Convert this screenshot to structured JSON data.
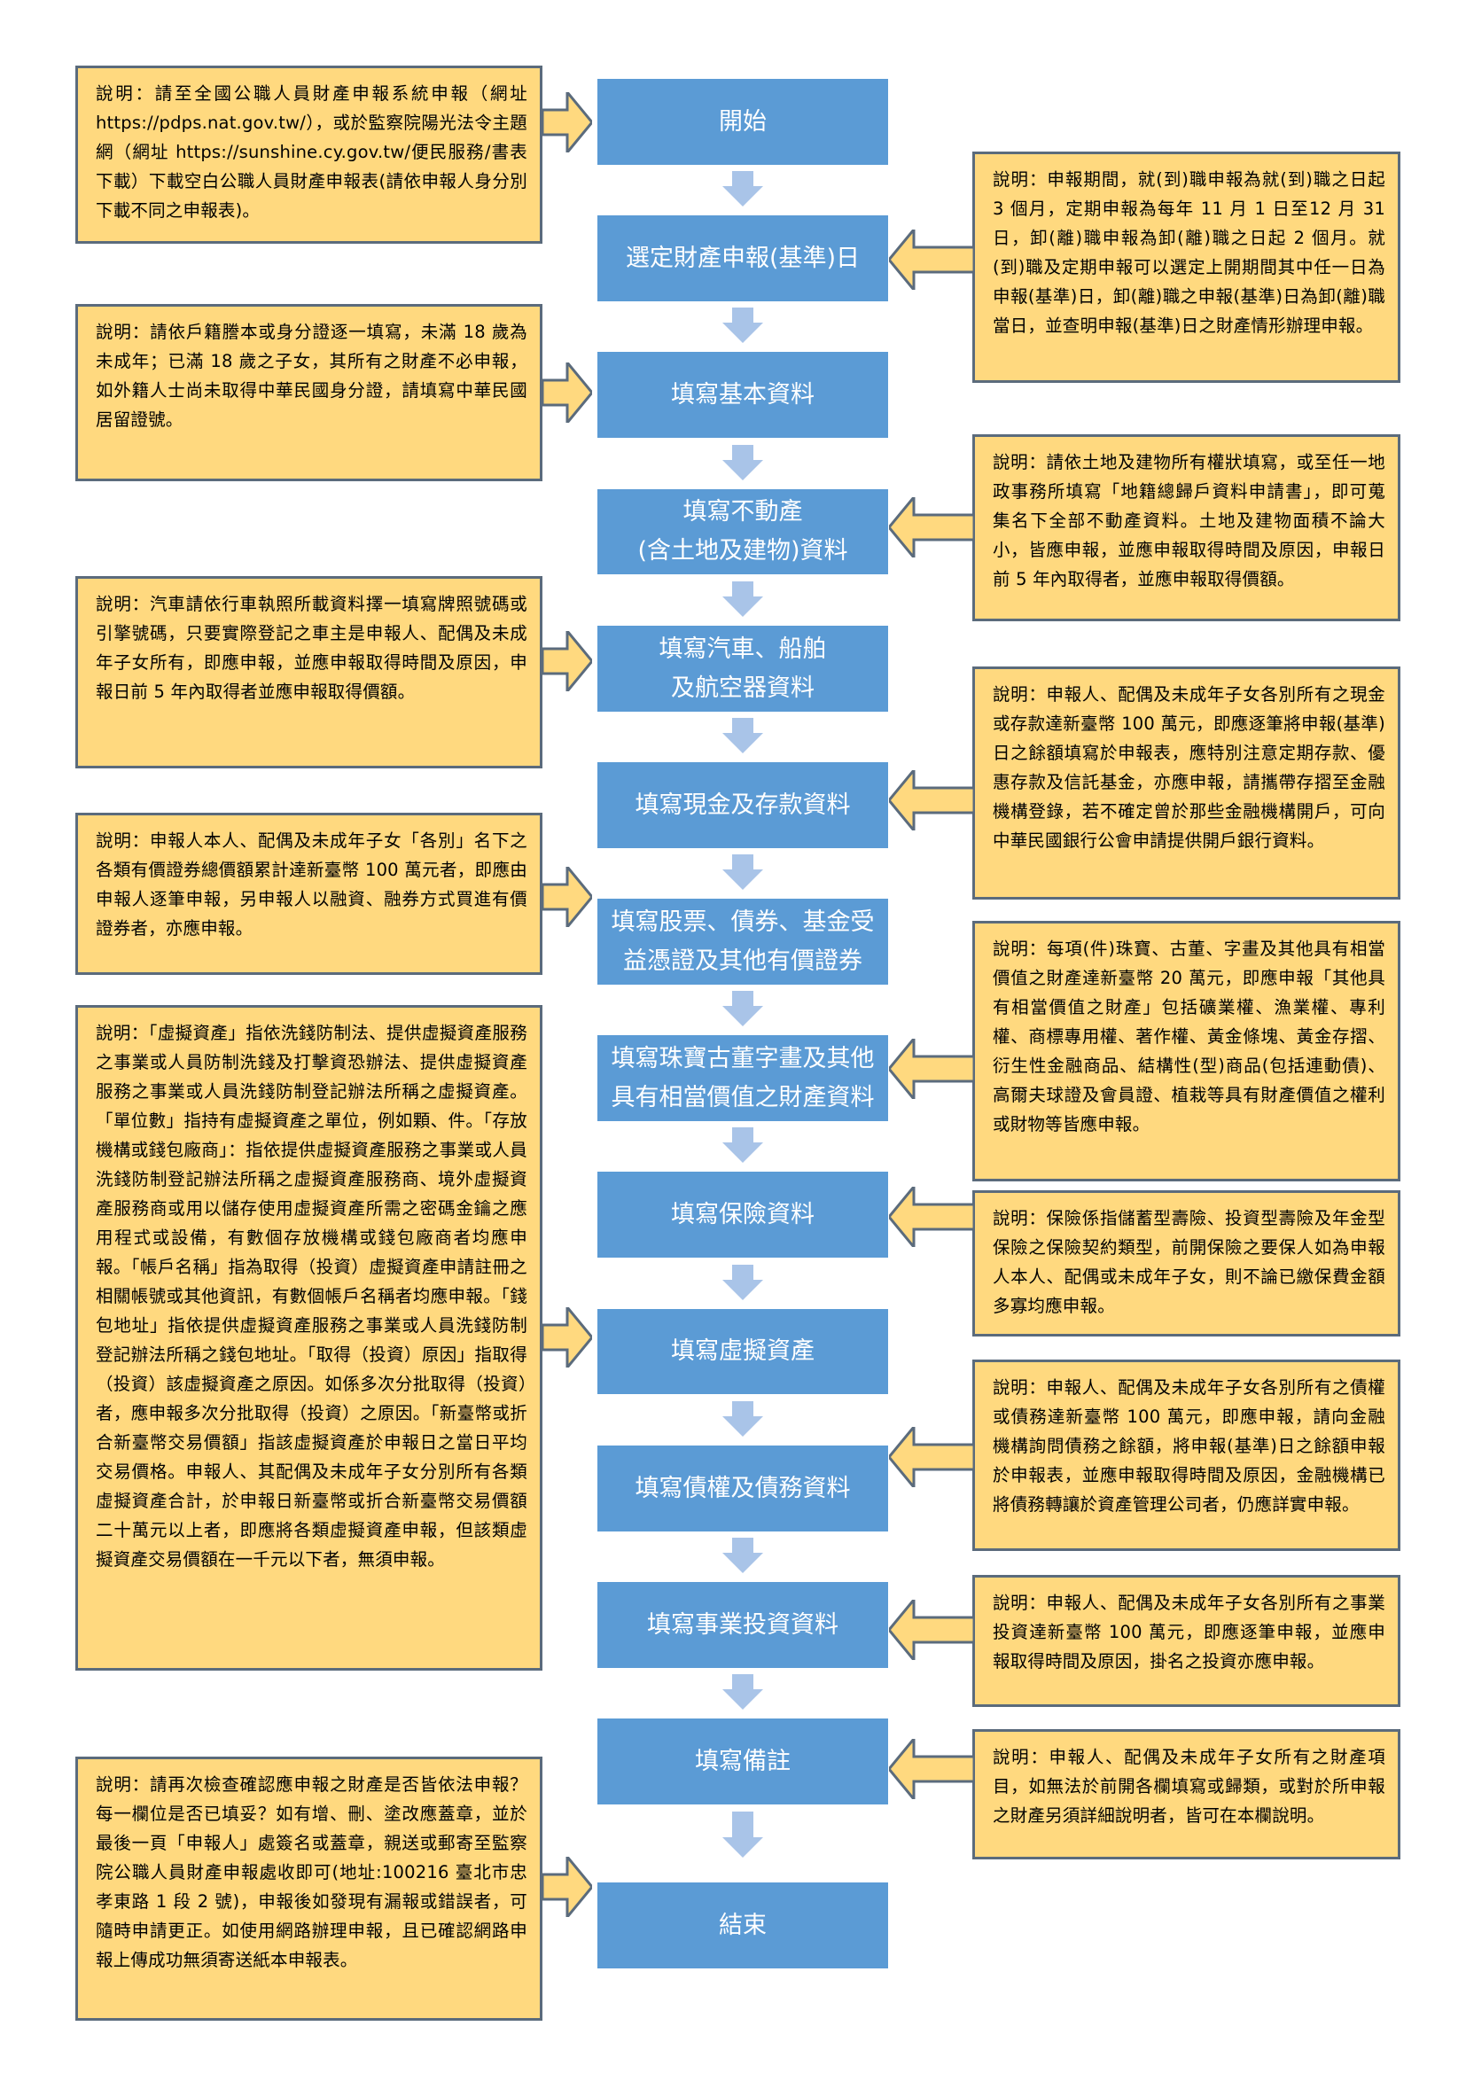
{
  "steps": [
    {
      "id": "start",
      "lines": [
        "開始"
      ]
    },
    {
      "id": "date",
      "lines": [
        "選定財產申報(基準)日"
      ]
    },
    {
      "id": "basic",
      "lines": [
        "填寫基本資料"
      ]
    },
    {
      "id": "realestate",
      "lines": [
        "填寫不動產",
        "(含土地及建物)資料"
      ]
    },
    {
      "id": "vehicle",
      "lines": [
        "填寫汽車、船舶",
        "及航空器資料"
      ]
    },
    {
      "id": "cash",
      "lines": [
        "填寫現金及存款資料"
      ]
    },
    {
      "id": "securities",
      "lines": [
        "填寫股票、債券、基金受",
        "益憑證及其他有價證券"
      ]
    },
    {
      "id": "jewelry",
      "lines": [
        "填寫珠寶古董字畫及其他",
        "具有相當價值之財產資料"
      ]
    },
    {
      "id": "insurance",
      "lines": [
        "填寫保險資料"
      ]
    },
    {
      "id": "virtual",
      "lines": [
        "填寫虛擬資產"
      ]
    },
    {
      "id": "debt",
      "lines": [
        "填寫債權及債務資料"
      ]
    },
    {
      "id": "business",
      "lines": [
        "填寫事業投資資料"
      ]
    },
    {
      "id": "remarks",
      "lines": [
        "填寫備註"
      ]
    },
    {
      "id": "end",
      "lines": [
        "結束"
      ]
    }
  ],
  "notes": {
    "start": "說明：請至全國公職人員財產申報系統申報（網址https://pdps.nat.gov.tw/），或於監察院陽光法令主題網（網址 https://sunshine.cy.gov.tw/便民服務/書表下載）下載空白公職人員財產申報表(請依申報人身分別下載不同之申報表)。",
    "date": "說明：申報期間，就(到)職申報為就(到)職之日起 3 個月，定期申報為每年 11 月 1 日至12 月 31 日，卸(離)職申報為卸(離)職之日起 2 個月。就(到)職及定期申報可以選定上開期間其中任一日為申報(基準)日，卸(離)職之申報(基準)日為卸(離)職當日，並查明申報(基準)日之財產情形辦理申報。",
    "basic": "說明：請依戶籍謄本或身分證逐一填寫，未滿 18 歲為未成年；已滿 18 歲之子女，其所有之財產不必申報，如外籍人士尚未取得中華民國身分證，請填寫中華民國居留證號。",
    "realestate": "說明：請依土地及建物所有權狀填寫，或至任一地政事務所填寫「地籍總歸戶資料申請書」，即可蒐集名下全部不動產資料。土地及建物面積不論大小，皆應申報，並應申報取得時間及原因，申報日前 5 年內取得者，並應申報取得價額。",
    "vehicle": "說明：汽車請依行車執照所載資料擇一填寫牌照號碼或引擎號碼，只要實際登記之車主是申報人、配偶及未成年子女所有，即應申報，並應申報取得時間及原因，申報日前 5 年內取得者並應申報取得價額。",
    "cash": "說明：申報人、配偶及未成年子女各別所有之現金或存款達新臺幣 100 萬元，即應逐筆將申報(基準)日之餘額填寫於申報表，應特別注意定期存款、優惠存款及信託基金，亦應申報，請攜帶存摺至金融機構登錄，若不確定曾於那些金融機構開戶，可向中華民國銀行公會申請提供開戶銀行資料。",
    "securities": "說明：申報人本人、配偶及未成年子女「各別」名下之各類有價證券總價額累計達新臺幣 100 萬元者，即應由申報人逐筆申報，另申報人以融資、融券方式買進有價證券者，亦應申報。",
    "jewelry": "說明：每項(件)珠寶、古董、字畫及其他具有相當價值之財產達新臺幣 20 萬元，即應申報「其他具有相當價值之財產」包括礦業權、漁業權、專利權、商標專用權、著作權、黃金條塊、黃金存摺、衍生性金融商品、結構性(型)商品(包括連動債)、高爾夫球證及會員證、植栽等具有財產價值之權利或財物等皆應申報。",
    "insurance": "說明：保險係指儲蓄型壽險、投資型壽險及年金型保險之保險契約類型，前開保險之要保人如為申報人本人、配偶或未成年子女，則不論已繳保費金額多寡均應申報。",
    "virtual": "說明：「虛擬資產」指依洗錢防制法、提供虛擬資產服務之事業或人員防制洗錢及打擊資恐辦法、提供虛擬資產服務之事業或人員洗錢防制登記辦法所稱之虛擬資產。「單位數」指持有虛擬資產之單位，例如顆、件。「存放機構或錢包廠商」：指依提供虛擬資產服務之事業或人員洗錢防制登記辦法所稱之虛擬資產服務商、境外虛擬資產服務商或用以儲存使用虛擬資產所需之密碼金鑰之應用程式或設備，有數個存放機構或錢包廠商者均應申報。「帳戶名稱」指為取得（投資）虛擬資產申請註冊之相關帳號或其他資訊，有數個帳戶名稱者均應申報。「錢包地址」指依提供虛擬資產服務之事業或人員洗錢防制登記辦法所稱之錢包地址。「取得（投資）原因」指取得（投資）該虛擬資產之原因。如係多次分批取得（投資）者，應申報多次分批取得（投資）之原因。「新臺幣或折合新臺幣交易價額」指該虛擬資產於申報日之當日平均交易價格。申報人、其配偶及未成年子女分別所有各類虛擬資產合計，於申報日新臺幣或折合新臺幣交易價額二十萬元以上者，即應將各類虛擬資產申報，但該類虛擬資產交易價額在一千元以下者，無須申報。",
    "debt": "說明：申報人、配偶及未成年子女各別所有之債權或債務達新臺幣 100 萬元，即應申報，請向金融機構詢問債務之餘額，將申報(基準)日之餘額申報於申報表，並應申報取得時間及原因，金融機構已將債務轉讓於資產管理公司者，仍應詳實申報。",
    "business": "說明：申報人、配偶及未成年子女各別所有之事業投資達新臺幣 100 萬元，即應逐筆申報，並應申報取得時間及原因，掛名之投資亦應申報。",
    "remarks": "說明：申報人、配偶及未成年子女所有之財產項目，如無法於前開各欄填寫或歸類，或對於所申報之財產另須詳細說明者，皆可在本欄說明。",
    "end": "說明：請再次檢查確認應申報之財產是否皆依法申報？每一欄位是否已填妥？如有增、刪、塗改應蓋章，並於最後一頁「申報人」處簽名或蓋章，親送或郵寄至監察院公職人員財產申報處收即可(地址:100216 臺北市忠孝東路 1 段 2 號)，申報後如發現有漏報或錯誤者，可隨時申請更正。如使用網路辦理申報，且已確認網路申報上傳成功無須寄送紙本申報表。"
  },
  "colors": {
    "step": "#5b9bd5",
    "note": "#ffd97f",
    "arrow": "#a9c4e8",
    "border": "#5b6b7c"
  }
}
